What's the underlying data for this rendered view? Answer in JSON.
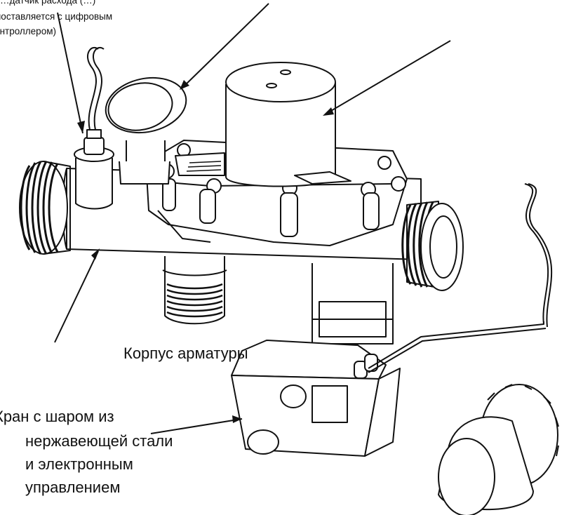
{
  "labels": {
    "sensor": {
      "line1": "…датчик расхода (…)",
      "line2": "поставляется с цифровым",
      "line3": "контроллером)"
    },
    "body": "Корпус арматуры",
    "ball_valve": {
      "line1": "Кран с шаром из",
      "line2": "нержавеющей стали",
      "line3": "и электронным",
      "line4": "управлением"
    }
  },
  "colors": {
    "line": "#111111",
    "background": "#ffffff",
    "shade": "#e9e9e9"
  }
}
